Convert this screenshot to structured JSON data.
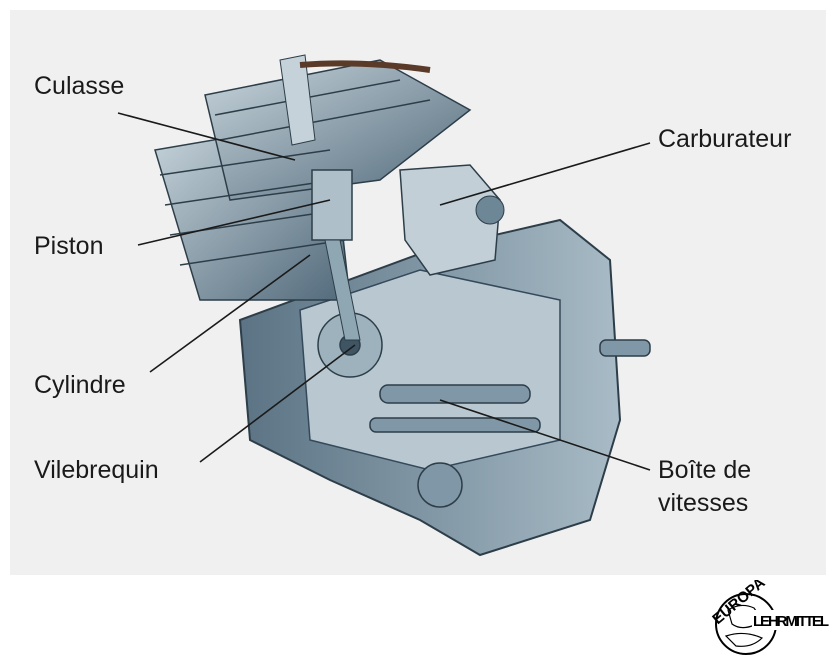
{
  "labels": {
    "culasse": "Culasse",
    "piston": "Piston",
    "cylindre": "Cylindre",
    "vilebrequin": "Vilebrequin",
    "carburateur": "Carburateur",
    "boite_line1": "Boîte de",
    "boite_line2": "vitesses"
  },
  "logo": {
    "top": "EUROPA",
    "bottom": "LEHRMITTEL"
  },
  "colors": {
    "engine": "#8fa6b3",
    "engine_dark": "#3f5563",
    "background": "#f0f0f0"
  }
}
